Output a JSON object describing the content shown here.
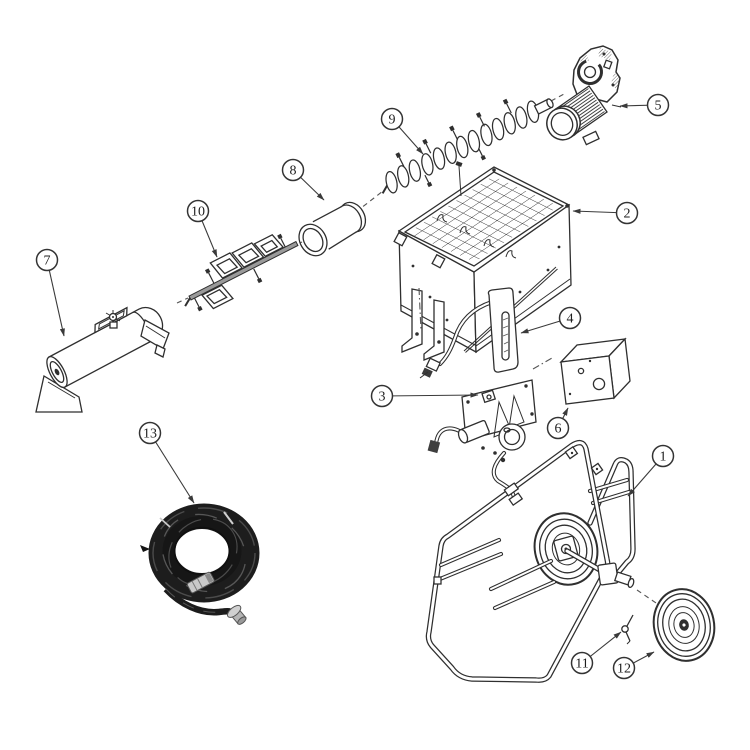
{
  "diagram": {
    "type": "exploded-parts-diagram",
    "background": "#ffffff",
    "colors": {
      "line": "#2f2f2f",
      "leader": "#3a3a3a",
      "hose": "#1c1c1c"
    },
    "callouts": [
      {
        "number": "1"
      },
      {
        "number": "2"
      },
      {
        "number": "3"
      },
      {
        "number": "4"
      },
      {
        "number": "5"
      },
      {
        "number": "6"
      },
      {
        "number": "7"
      },
      {
        "number": "8"
      },
      {
        "number": "9"
      },
      {
        "number": "10"
      },
      {
        "number": "11"
      },
      {
        "number": "12"
      },
      {
        "number": "13"
      }
    ]
  }
}
